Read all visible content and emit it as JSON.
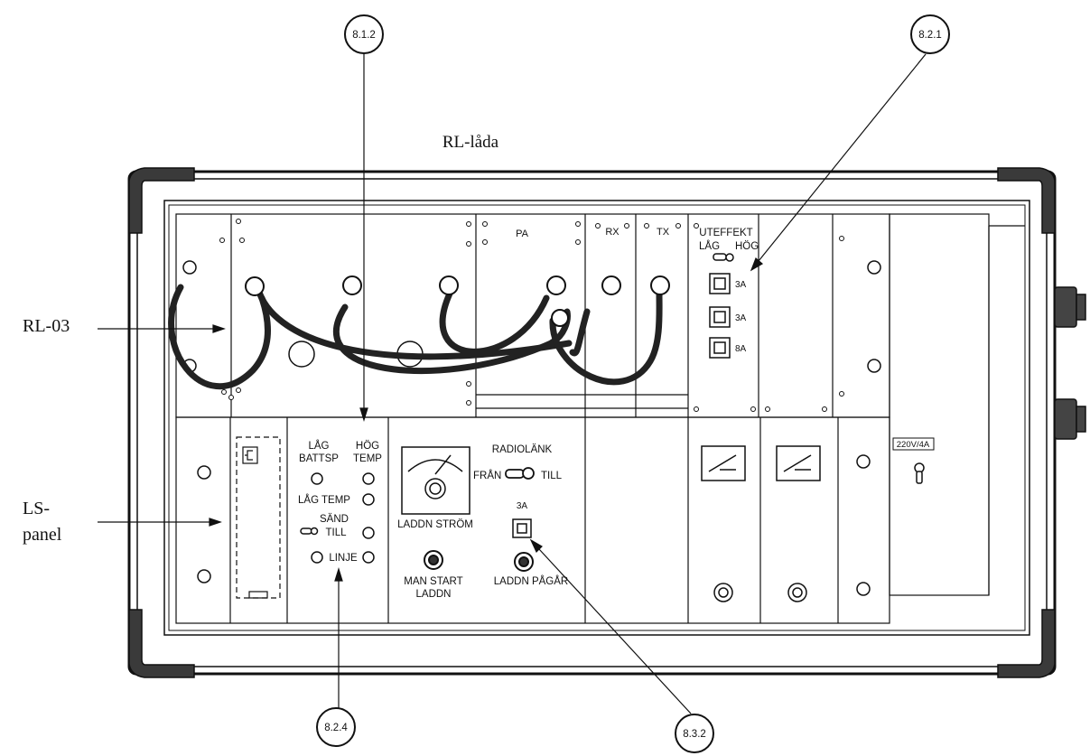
{
  "callouts": {
    "c812": "8.1.2",
    "c821": "8.2.1",
    "c824": "8.2.4",
    "c832": "8.3.2"
  },
  "labels": {
    "rl_lada": "RL-låda",
    "rl03": "RL-03",
    "ls_1": "LS-",
    "ls_2": "panel"
  },
  "modules": {
    "pa": "PA",
    "rx": "RX",
    "tx": "TX",
    "uteffekt": "UTEFFEKT",
    "lag": "LÅG",
    "hog": "HÖG",
    "fuses_top": [
      "3A",
      "3A",
      "8A"
    ]
  },
  "alarm_panel": {
    "lag_1": "LÅG",
    "battsp": "BATTSP",
    "hog_1": "HÖG",
    "temp": "TEMP",
    "lag_temp": "LÅG TEMP",
    "sand": "SÄND",
    "till": "TILL",
    "linje": "LINJE"
  },
  "charger_panel": {
    "laddn_strom": "LADDN STRÖM",
    "man_start": "MAN START",
    "laddn": "LADDN",
    "radiolank": "RADIOLÄNK",
    "fran": "FRÅN",
    "till": "TILL",
    "fuse": "3A",
    "laddn_pagar": "LADDN PÅGÅR"
  },
  "power": {
    "mains": "220V/4A"
  }
}
